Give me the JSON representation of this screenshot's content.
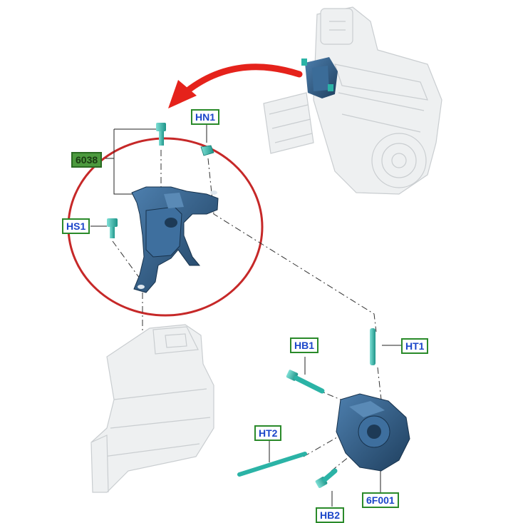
{
  "callouts": {
    "c6038": "6038",
    "hn1": "HN1",
    "hs1": "HS1",
    "hb1": "HB1",
    "ht1": "HT1",
    "ht2": "HT2",
    "hb2": "HB2",
    "c6f001": "6F001"
  },
  "colors": {
    "part": "#2f5d85",
    "part_dark": "#1f3f5e",
    "fastener": "#2bb3a6",
    "ghost": "#e6e8ea",
    "ghost_edge": "#c8cccf",
    "circle": "#c62828",
    "arrow": "#e5221b",
    "label_border": "#2a8a2a",
    "label_text": "#1b46c9"
  }
}
